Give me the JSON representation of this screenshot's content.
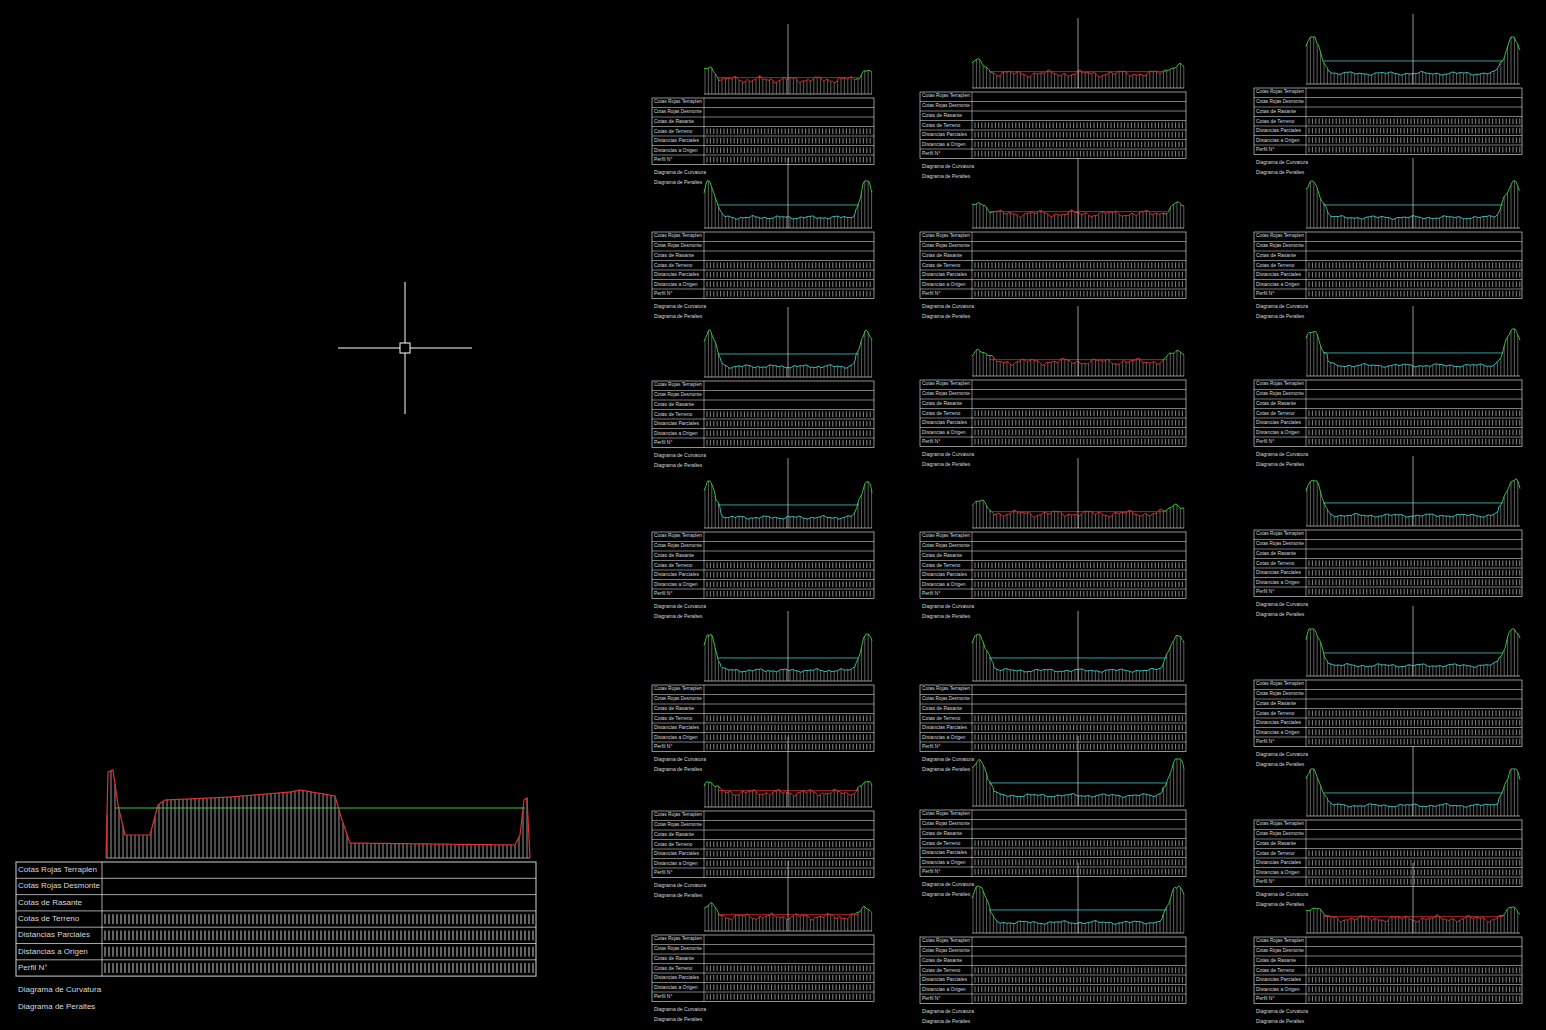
{
  "diagram": {
    "labels": [
      "Cotas Rojas Terraplen",
      "Cotas Rojas Desmonte",
      "Cotas de Rasante",
      "Cotas de Terreno",
      "Distancias Parciales",
      "Distancias a Origen",
      "Perfil N°",
      "Diagrama de Curvatura",
      "Diagrama de Peraltes",
      "Cotas Rojas Terraplen",
      "Cotas Rojas Desmonte",
      "Cotas de Rasante",
      "Cotas de Terreno",
      "Distancias Parciales",
      "Distancias a Origen",
      "Perfil N°",
      "Diagrama de Curvatura",
      "Diagrama de Peraltes",
      "Cotas Rojas Terraplen",
      "Cotas Rojas Desmonte",
      "Cotas de Rasante",
      "Cotas de Terreno",
      "Distancias Parciales",
      "Distancias a Origen",
      "Perfil N°",
      "Diagrama de Curvatura",
      "Diagrama de Peraltes",
      "Cotas Rojas Terraplen",
      "Cotas Rojas Desmonte",
      "Cotas de Rasante",
      "Cotas de Terreno",
      "Distancias Parciales",
      "Distancias a Origen",
      "Perfil N°",
      "Diagrama de Curvatura",
      "Diagrama de Peraltes",
      "Cotas Rojas Terraplen",
      "Cotas Rojas Desmonte",
      "Cotas de Rasante",
      "Cotas de Terreno",
      "Distancias Parciales",
      "Distancias a Origen",
      "Perfil N°",
      "Diagrama de Curvatura",
      "Diagrama de Peraltes",
      "Cotas Rojas Terraplen",
      "Cotas Rojas Desmonte",
      "Cotas de Rasante",
      "Cotas de Terreno",
      "Distancias Parciales",
      "Distancias a Origen",
      "Perfil N°",
      "Diagrama de Curvatura",
      "Diagrama de Peraltes",
      "Cotas Rojas Terraplen",
      "Cotas Rojas Desmonte",
      "Cotas de Rasante",
      "Cotas de Terreno",
      "Distancias Parciales",
      "Distancias a Origen",
      "Perfil N°",
      "Diagrama de Curvatura",
      "Diagrama de Peraltes",
      "Cotas Rojas Terraplen",
      "Cotas Rojas Desmonte",
      "Cotas de Rasante",
      "Cotas de Terreno",
      "Distancias Parciales",
      "Distancias a Origen",
      "Perfil N°",
      "Diagrama de Curvatura",
      "Diagrama de Peraltes",
      "Cotas Rojas Terraplen",
      "Cotas Rojas Desmonte",
      "Cotas de Rasante",
      "Cotas de Terreno",
      "Distancias Parciales",
      "Distancias a Origen",
      "Perfil N°",
      "Diagrama de Curvatura",
      "Diagrama de Peraltes",
      "Cotas Rojas Terraplen",
      "Cotas Rojas Desmonte",
      "Cotas de Rasante",
      "Cotas de Terreno",
      "Distancias Parciales",
      "Distancias a Origen",
      "Perfil N°",
      "Diagrama de Curvatura",
      "Diagrama de Peraltes",
      "Cotas Rojas Terraplen",
      "Cotas Rojas Desmonte",
      "Cotas de Rasante",
      "Cotas de Terreno",
      "Distancias Parciales",
      "Distancias a Origen",
      "Perfil N°",
      "Diagrama de Curvatura",
      "Diagrama de Peraltes",
      "Cotas Rojas Terraplen",
      "Cotas Rojas Desmonte",
      "Cotas de Rasante",
      "Cotas de Terreno",
      "Distancias Parciales",
      "Distancias a Origen",
      "Perfil N°",
      "Diagrama de Curvatura",
      "Diagrama de Peraltes",
      "Cotas Rojas Terraplen",
      "Cotas Rojas Desmonte",
      "Cotas de Rasante",
      "Cotas de Terreno",
      "Distancias Parciales",
      "Distancias a Origen",
      "Perfil N°",
      "Diagrama de Curvatura",
      "Diagrama de Peraltes",
      "Cotas Rojas Terraplen",
      "Cotas Rojas Desmonte",
      "Cotas de Rasante",
      "Cotas de Terreno",
      "Distancias Parciales",
      "Distancias a Origen",
      "Perfil N°",
      "Diagrama de Curvatura",
      "Diagrama de Peraltes",
      "Cotas Rojas Terraplen",
      "Cotas Rojas Desmonte",
      "Cotas de Rasante",
      "Cotas de Terreno",
      "Distancias Parciales",
      "Distancias a Origen",
      "Perfil N°",
      "Diagrama de Curvatura",
      "Diagrama de Peraltes",
      "Cotas Rojas Terraplen",
      "Cotas Rojas Desmonte",
      "Cotas de Rasante",
      "Cotas de Terreno",
      "Distancias Parciales",
      "Distancias a Origen",
      "Perfil N°",
      "Diagrama de Curvatura",
      "Diagrama de Peraltes",
      "Cotas Rojas Terraplen",
      "Cotas Rojas Desmonte",
      "Cotas de Rasante",
      "Cotas de Terreno",
      "Distancias Parciales",
      "Distancias a Origen",
      "Perfil N°",
      "Diagrama de Curvatura",
      "Diagrama de Peraltes",
      "Cotas Rojas Terraplen",
      "Cotas Rojas Desmonte",
      "Cotas de Rasante",
      "Cotas de Terreno",
      "Distancias Parciales",
      "Distancias a Origen",
      "Perfil N°",
      "Diagrama de Curvatura",
      "Diagrama de Peraltes",
      "Cotas Rojas Terraplen",
      "Cotas Rojas Desmonte",
      "Cotas de Rasante",
      "Cotas de Terreno",
      "Distancias Parciales",
      "Distancias a Origen",
      "Perfil N°",
      "Diagrama de Curvatura",
      "Diagrama de Peraltes",
      "Cotas Rojas Terraplen",
      "Cotas Rojas Desmonte",
      "Cotas de Rasante",
      "Cotas de Terreno",
      "Distancias Parciales",
      "Distancias a Origen",
      "Perfil N°",
      "Diagrama de Curvatura",
      "Diagrama de Peraltes",
      "Cotas Rojas Terraplen",
      "Cotas Rojas Desmonte",
      "Cotas de Rasante",
      "Cotas de Terreno",
      "Distancias Parciales",
      "Distancias a Origen",
      "Perfil N°",
      "Diagrama de Curvatura",
      "Diagrama de Peraltes",
      "Cotas Rojas Terraplen",
      "Cotas Rojas Desmonte",
      "Cotas de Rasante",
      "Cotas de Terreno",
      "Distancias Parciales",
      "Distancias a Origen",
      "Perfil N°",
      "Diagrama de Curvatura",
      "Diagrama de Peraltes"
    ]
  }
}
